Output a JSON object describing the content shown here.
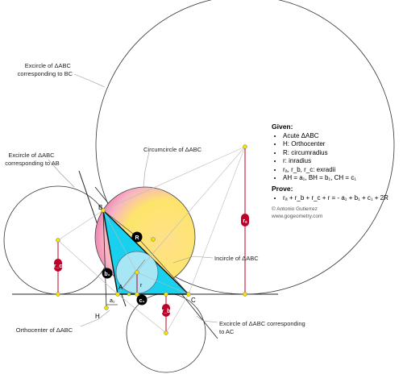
{
  "callouts": {
    "excircle_bc": [
      "Excircle of ΔABC",
      "corresponding to BC"
    ],
    "excircle_ab": [
      "Excircle of ΔABC",
      "corresponding to AB"
    ],
    "circumcircle": "Circumcircle of ΔABC",
    "incircle": "Incircle of ΔABC",
    "orthocenter": "Orthocenter of ΔABC",
    "excircle_ac": [
      "Excircle of ΔABC corresponding",
      "to AC"
    ]
  },
  "points": {
    "A": "A",
    "B": "B",
    "C": "C",
    "H": "H"
  },
  "segment_labels": {
    "a1": "a₁",
    "b1": "b₁",
    "c1": "c₁",
    "R": "R",
    "r": "r",
    "ra": "rₐ",
    "rb": "r_b",
    "rc": "r_c"
  },
  "panel": {
    "given_title": "Given:",
    "given_items": [
      "Acute ΔABC",
      "H: Orthocenter",
      "R: circumradius",
      "r: inradius",
      "rₐ, r_b, r_c: exradii",
      "AH = a₁, BH = b₁, CH = c₁"
    ],
    "prove_title": "Prove:",
    "prove_items": [
      "rₐ + r_b + r_c + r = - a₁ + b₁ + c₁ + 2R"
    ],
    "credit": "© Antonio Gutierrez",
    "site": "www.gogeometry.com"
  },
  "colors": {
    "triangle_fill": "#19d0ee",
    "exradius_marker": "#c0002a",
    "point_dot": "#f2e200",
    "circumcircle_fill": "#f7d84a",
    "incircle_fill": "#a6e6f5"
  }
}
